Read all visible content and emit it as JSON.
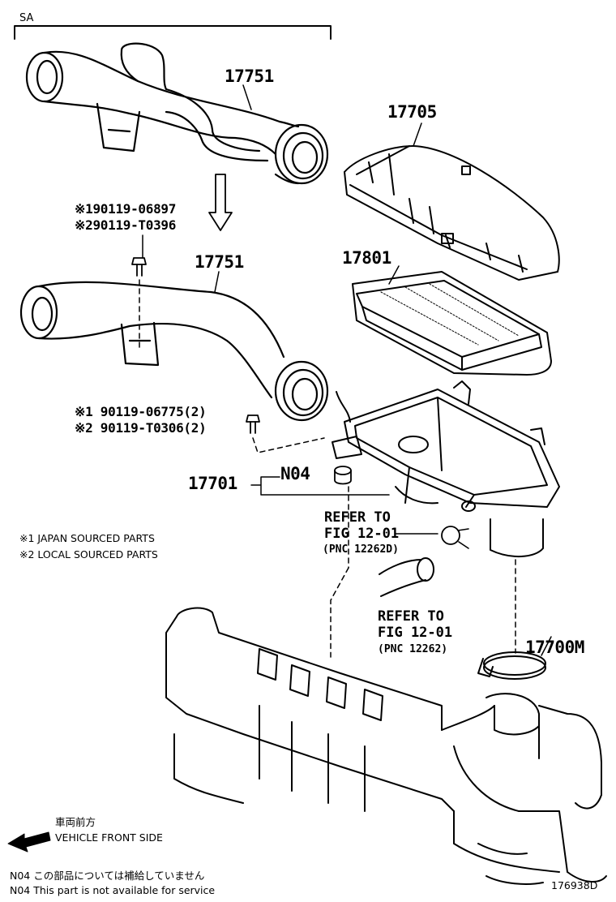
{
  "section_code": "SA",
  "parts": {
    "p17751_a": "17751",
    "p17751_b": "17751",
    "p17705": "17705",
    "p17801": "17801",
    "p17701": "17701",
    "pN04": "N04",
    "p17700M": "17700M"
  },
  "bolts": {
    "upper_1": "※190119-06897",
    "upper_2": "※290119-T0396",
    "lower_1": "※1 90119-06775(2)",
    "lower_2": "※2 90119-T0306(2)"
  },
  "refs": {
    "ref1_line1": "REFER TO",
    "ref1_line2": "FIG 12-01",
    "ref1_line3": "(PNC 12262D)",
    "ref2_line1": "REFER TO",
    "ref2_line2": "FIG 12-01",
    "ref2_line3": "(PNC 12262)"
  },
  "notes": {
    "japan": "※1 JAPAN SOURCED PARTS",
    "local": "※2 LOCAL SOURCED PARTS"
  },
  "front": {
    "jp": "車両前方",
    "en": "VEHICLE FRONT SIDE"
  },
  "footnotes": {
    "jp": "N04  この部品については補給していません",
    "en": "N04  This part is not available for service"
  },
  "figure_id": "176938D"
}
